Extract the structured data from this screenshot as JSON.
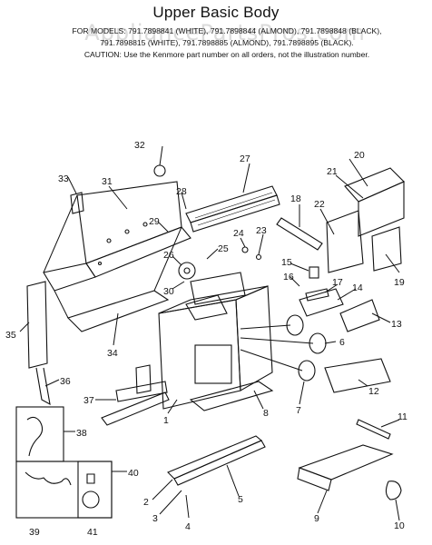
{
  "title": "Upper Basic Body",
  "watermark": "AppliancePartsPros.com",
  "header": {
    "line1": "FOR MODELS: 791.7898841 (WHITE), 791.7898844 (ALMOND), 791.7898848 (BLACK),",
    "line2": "791.7898815 (WHITE), 791.7898885 (ALMOND), 791.7898895 (BLACK).",
    "caution": "CAUTION:  Use the Kenmore part number on all orders, not the illustration number."
  },
  "callouts": [
    "1",
    "2",
    "3",
    "4",
    "5",
    "6",
    "7",
    "8",
    "9",
    "10",
    "11",
    "12",
    "13",
    "14",
    "15",
    "16",
    "17",
    "18",
    "19",
    "20",
    "21",
    "22",
    "23",
    "24",
    "25",
    "26",
    "27",
    "28",
    "29",
    "30",
    "31",
    "32",
    "33",
    "34",
    "35",
    "36",
    "37",
    "38",
    "39",
    "40",
    "41"
  ]
}
